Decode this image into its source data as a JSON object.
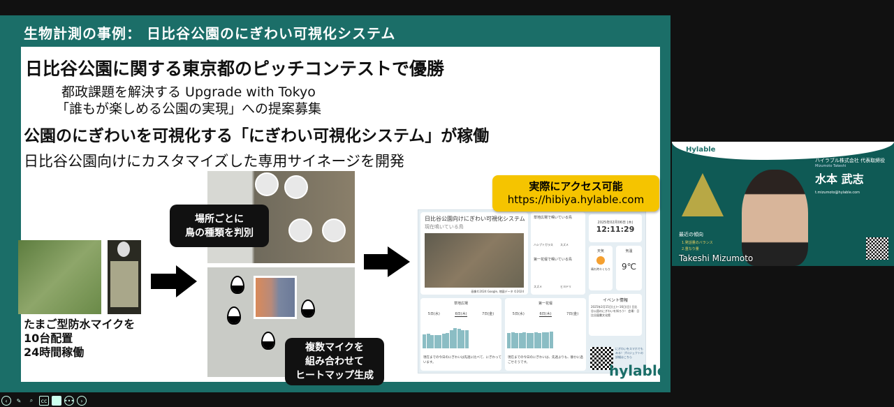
{
  "slide": {
    "title": "生物計測の事例： 日比谷公園のにぎわい可視化システム",
    "heading1": "日比谷公園に関する東京都のピッチコンテストで優勝",
    "sub1": "都政課題を解決する Upgrade with Tokyo",
    "sub2": "「誰もが楽しめる公園の実現」への提案募集",
    "heading2": "公園のにぎわいを可視化する「にぎわい可視化システム」が稼働",
    "heading3": "日比谷公園向けにカスタマイズした専用サイネージを開発",
    "caption": [
      "たまご型防水マイクを",
      "10台配置",
      "24時間稼働"
    ],
    "bubble1": [
      "場所ごとに",
      "鳥の種類を判別"
    ],
    "bubble2": [
      "複数マイクを",
      "組み合わせて",
      "ヒートマップ生成"
    ],
    "callout": {
      "title": "実際にアクセス可能",
      "url": "https://hibiya.hylable.com"
    },
    "logo": "hylable",
    "accent": "#1b6e68",
    "callout_color": "#f5c400"
  },
  "dashboard": {
    "title": "日比谷公園向けにぎわい可視化システム",
    "subtitle": "現在鳴いている鳥",
    "map_credit": "画像©2024 Google, 地図データ ©2024",
    "area1": {
      "title": "草地広場で鳴いている鳥",
      "birds": [
        "ハシブトガラス",
        "スズメ"
      ]
    },
    "area2": {
      "title": "第一花壇で鳴いている鳥",
      "birds": [
        "スズメ",
        "ヒヨドリ"
      ]
    },
    "date": "2025年02月06日 (木)",
    "time": "12:11:29",
    "weather_label": "天気",
    "weather": "晴れ時々くもり",
    "temp_label": "気温",
    "temp": "9℃",
    "event_title": "イベント情報",
    "event_text": "2025年2月15日(土)〜16日(日) 日比谷公園のにぎわいを知ろう！ 会場：日比谷図書文化館",
    "qr_text": "にぎわいをスマホでもみる！プロジェクトの詳細はこちら",
    "chart1": {
      "title": "草地広場",
      "days": [
        "5日(水)",
        "6日(木)",
        "7日(金)"
      ],
      "values": [
        0.62,
        0.66,
        0.6,
        0.58,
        0.6,
        0.66,
        0.7,
        0.8,
        0.9,
        0.88,
        0.82,
        0.8
      ],
      "comment": "現在までの今日のにぎわいは先週に比べて、にぎわっています。"
    },
    "chart2": {
      "title": "第一花壇",
      "days": [
        "5日(水)",
        "6日(木)",
        "7日(金)"
      ],
      "values": [
        0.7,
        0.72,
        0.7,
        0.7,
        0.72,
        0.7,
        0.7,
        0.72,
        0.7,
        0.72,
        0.73,
        0.74
      ],
      "comment": "現在までの今日のにぎわいは、先週よりも、静かに過ごせそうです。"
    }
  },
  "video": {
    "participant": "Takeshi Mizumoto",
    "brand": "Hylable",
    "company": "ハイラブル株式会社 代表取締役",
    "name_en": "Mizumoto Takeshi",
    "name_ja": "水本 武志",
    "email": "t.mizumoto@hylable.com",
    "trend_title": "最近の傾向",
    "trend_items": [
      "1.発話量のバランス",
      "2.重なり量"
    ]
  },
  "toolbar": [
    "previous-icon",
    "pen-icon",
    "zoom-icon",
    "captions-icon",
    "camera-icon",
    "more-icon",
    "next-icon"
  ]
}
